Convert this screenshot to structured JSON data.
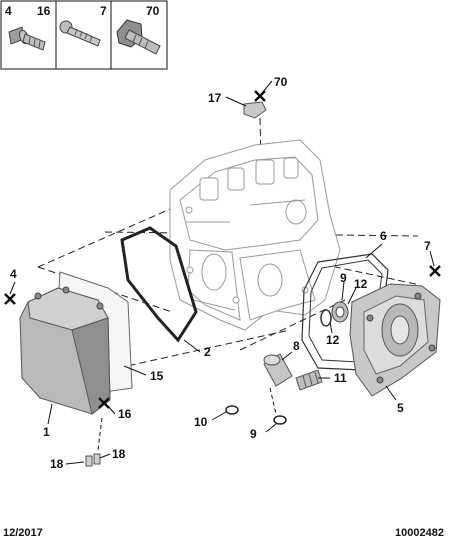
{
  "fastener_table": {
    "cells": [
      {
        "ref": "4",
        "qty": "16"
      },
      {
        "ref": "7",
        "qty": ""
      },
      {
        "ref": "70",
        "qty": ""
      }
    ]
  },
  "callouts": [
    {
      "id": "c-70",
      "text": "70"
    },
    {
      "id": "c-17",
      "text": "17"
    },
    {
      "id": "c-6",
      "text": "6"
    },
    {
      "id": "c-7",
      "text": "7"
    },
    {
      "id": "c-4",
      "text": "4"
    },
    {
      "id": "c-9a",
      "text": "9"
    },
    {
      "id": "c-12a",
      "text": "12"
    },
    {
      "id": "c-12b",
      "text": "12"
    },
    {
      "id": "c-2",
      "text": "2"
    },
    {
      "id": "c-8",
      "text": "8"
    },
    {
      "id": "c-15",
      "text": "15"
    },
    {
      "id": "c-11",
      "text": "11"
    },
    {
      "id": "c-5",
      "text": "5"
    },
    {
      "id": "c-16",
      "text": "16"
    },
    {
      "id": "c-1",
      "text": "1"
    },
    {
      "id": "c-10",
      "text": "10"
    },
    {
      "id": "c-9b",
      "text": "9"
    },
    {
      "id": "c-18a",
      "text": "18"
    },
    {
      "id": "c-18b",
      "text": "18"
    }
  ],
  "footer": {
    "date": "12/2017",
    "reference": "10002482"
  },
  "colors": {
    "cover_fill": "#b9b9b9",
    "cover_shadow": "#8f8f8f",
    "gasket": "#222222",
    "housing_outline": "#9a9a9a",
    "bolt_fill": "#a8a8a8"
  }
}
